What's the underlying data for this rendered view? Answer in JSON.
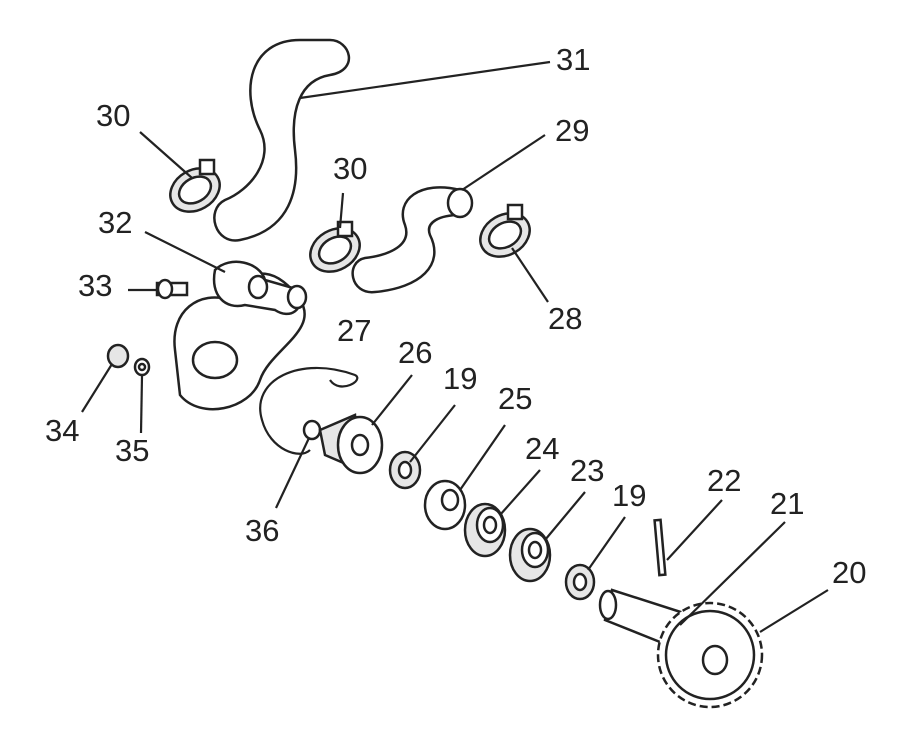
{
  "diagram": {
    "title": "Water pump exploded view",
    "callouts": [
      "31",
      "30",
      "30",
      "29",
      "32",
      "33",
      "28",
      "27",
      "26",
      "19",
      "25",
      "34",
      "35",
      "24",
      "23",
      "19",
      "22",
      "21",
      "36",
      "20"
    ]
  }
}
